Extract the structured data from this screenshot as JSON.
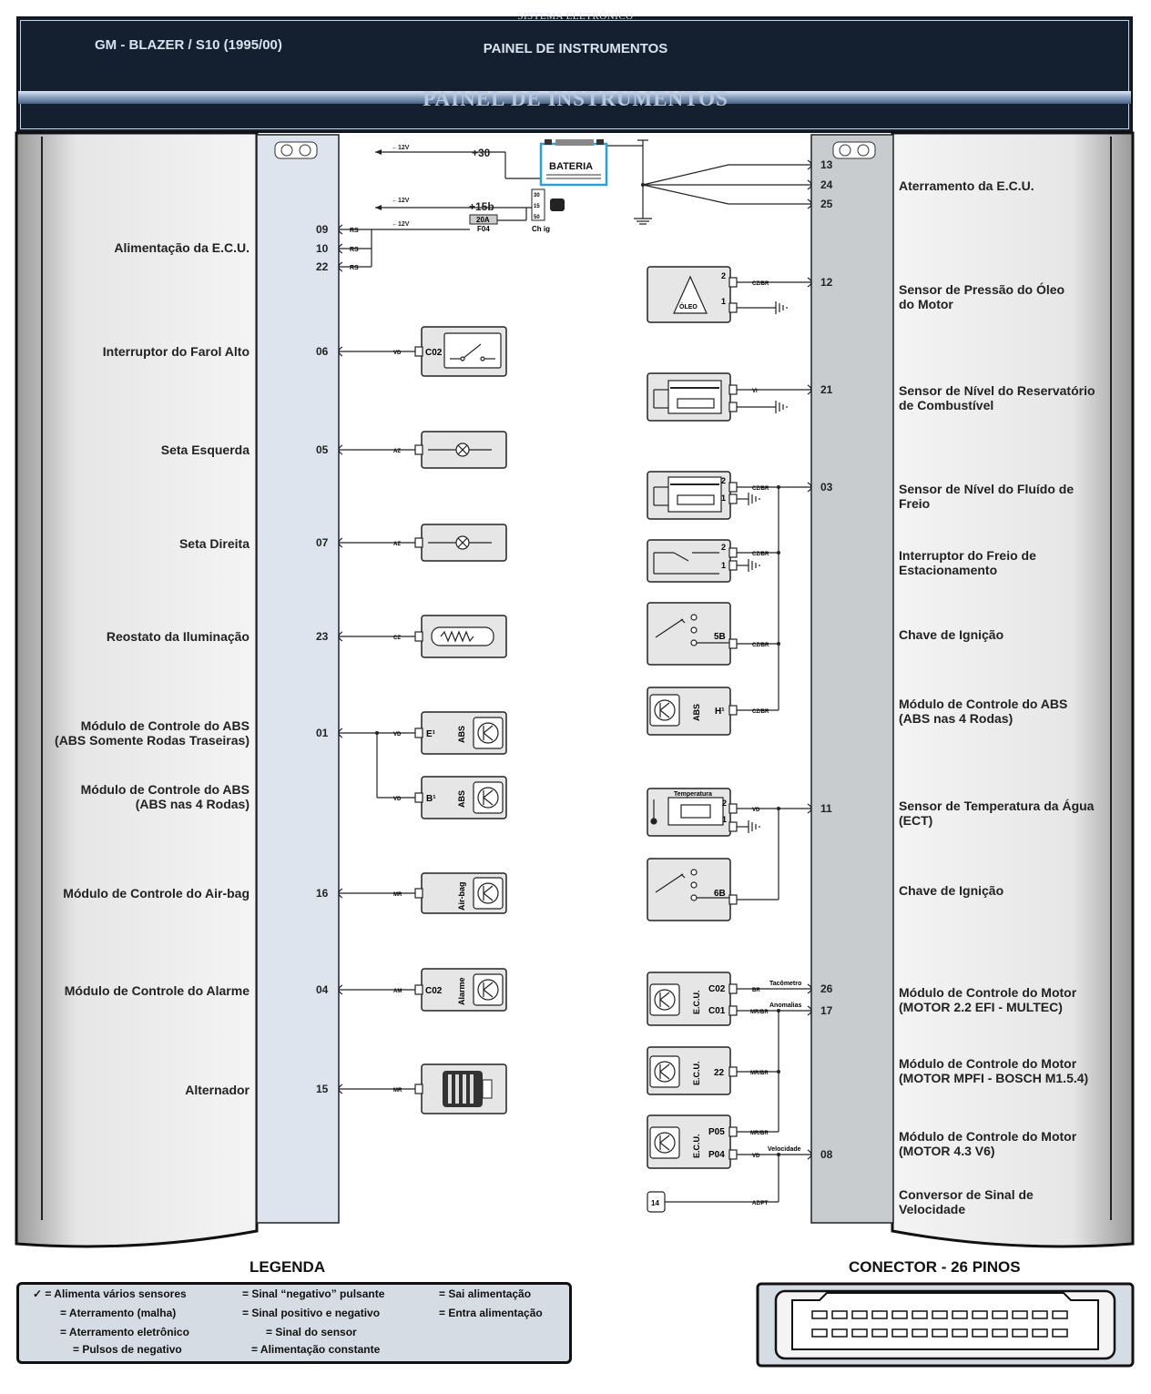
{
  "header": {
    "system": "SISTEMA ELETRÔNICO",
    "car": "GM - BLAZER / S10 (1995/00)",
    "panel": "PAINEL DE INSTRUMENTOS",
    "big_title": "PAINEL DE INSTRUMENTOS"
  },
  "left_labels": [
    {
      "id": "ecu_power",
      "text": "Alimentação da E.C.U."
    },
    {
      "id": "farol",
      "text": "Interruptor do Farol Alto"
    },
    {
      "id": "seta_esq",
      "text": "Seta Esquerda"
    },
    {
      "id": "seta_dir",
      "text": "Seta Direita"
    },
    {
      "id": "reostato",
      "text": "Reostato da Iluminação"
    },
    {
      "id": "abs_tras",
      "text": "Módulo de Controle do ABS\n(ABS Somente Rodas Traseiras)"
    },
    {
      "id": "abs_4",
      "text": "Módulo de Controle do ABS\n(ABS nas 4 Rodas)"
    },
    {
      "id": "airbag",
      "text": "Módulo de Controle do Air-bag"
    },
    {
      "id": "alarme",
      "text": "Módulo de Controle do Alarme"
    },
    {
      "id": "alternador",
      "text": "Alternador"
    }
  ],
  "right_labels": [
    {
      "id": "aterr",
      "text": "Aterramento da E.C.U."
    },
    {
      "id": "oleo",
      "text": "Sensor de Pressão do Óleo\ndo Motor"
    },
    {
      "id": "comb",
      "text": "Sensor de Nível do Reservatório\nde Combustível"
    },
    {
      "id": "freio_fluido",
      "text": "Sensor de Nível do Fluído de\nFreio"
    },
    {
      "id": "freio_est",
      "text": "Interruptor do Freio de\nEstacionamento"
    },
    {
      "id": "ign1",
      "text": "Chave de Ignição"
    },
    {
      "id": "abs4r",
      "text": "Módulo de Controle do ABS\n(ABS nas 4 Rodas)"
    },
    {
      "id": "ect",
      "text": "Sensor de Temperatura da Água\n(ECT)"
    },
    {
      "id": "ign2",
      "text": "Chave de Ignição"
    },
    {
      "id": "ecu_multec",
      "text": "Módulo de Controle do Motor\n(MOTOR 2.2 EFI - MULTEC)"
    },
    {
      "id": "ecu_bosch",
      "text": "Módulo de Controle do Motor\n(MOTOR MPFI - BOSCH M1.5.4)"
    },
    {
      "id": "ecu_v6",
      "text": "Módulo de Controle do Motor\n(MOTOR 4.3 V6)"
    },
    {
      "id": "vss",
      "text": "Conversor de Sinal de\nVelocidade"
    }
  ],
  "left_pins": [
    "09",
    "10",
    "22",
    "06",
    "05",
    "07",
    "23",
    "01",
    "16",
    "04",
    "15"
  ],
  "right_pins": [
    "13",
    "24",
    "25",
    "12",
    "21",
    "03",
    "11",
    "26",
    "17",
    "08"
  ],
  "diagram_text": {
    "v12": "←12V",
    "plus30": "+30",
    "plus15b": "+15b",
    "bateria": "BATERIA",
    "fuse_amp": "20A",
    "fuse_id": "F04",
    "chig": "Ch ig",
    "ch30": "30",
    "ch15": "15",
    "ch50": "50",
    "rs": "RS",
    "vd": "VD",
    "az": "AZ",
    "cz": "CZ",
    "mr": "MR",
    "am": "AM",
    "czbr": "CZ/BR",
    "vi": "VI",
    "br": "BR",
    "mrbr": "MR/BR",
    "azpt": "AZ/PT",
    "c02": "C02",
    "c01": "C01",
    "e1": "E¹",
    "b1": "B¹",
    "h1": "H¹",
    "abs": "ABS",
    "airbag": "Air-bag",
    "alarme": "Alarme",
    "oleo": "ÓLEO",
    "temperatura": "Temperatura",
    "ecu": "E.C.U.",
    "p05": "P05",
    "p04": "P04",
    "n22": "22",
    "n5b": "5B",
    "n6b": "6B",
    "n2": "2",
    "n1": "1",
    "n14": "14",
    "tacometro": "Tacômetro",
    "anomalias": "Anomalias",
    "velocidade": "Velocidade"
  },
  "legend": {
    "title": "LEGENDA",
    "items": [
      "✓ = Alimenta vários sensores",
      "= Sinal “negativo” pulsante",
      "= Sai alimentação",
      "= Aterramento (malha)",
      "= Sinal positivo e negativo",
      "= Entra alimentação",
      "= Aterramento eletrônico",
      "= Sinal do sensor",
      "= Pulsos de negativo",
      "= Alimentação constante"
    ]
  },
  "connector": {
    "title": "CONECTOR - 26 PINOS"
  },
  "colors": {
    "header_bg": "#14202f",
    "panel_left": "#dde4ee",
    "panel_right": "#c9cccf",
    "battery_border": "#2a9fd8"
  }
}
